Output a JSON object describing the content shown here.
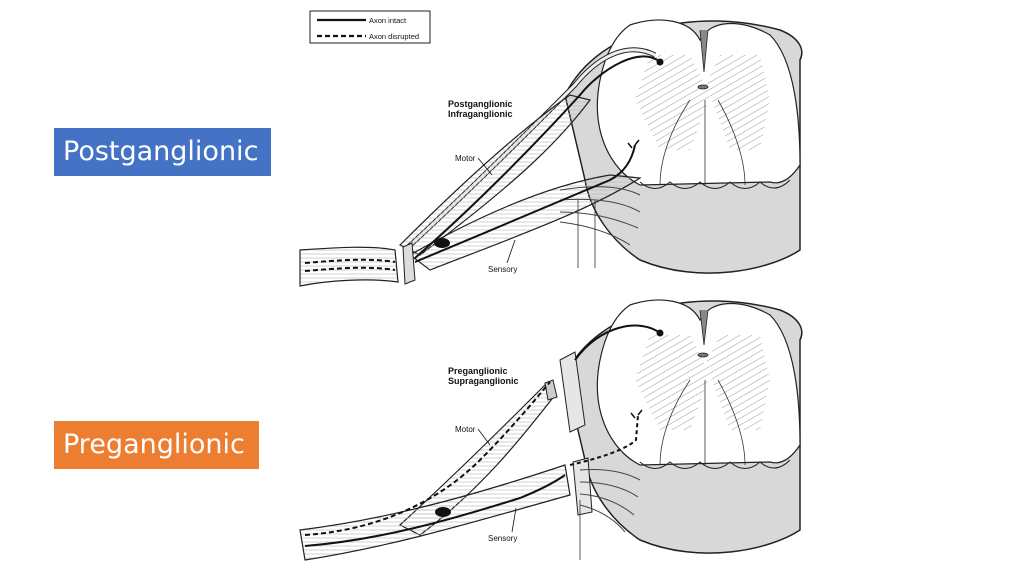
{
  "slide": {
    "labels": {
      "postganglionic": "Postganglionic",
      "preganglionic": "Preganglionic"
    },
    "colors": {
      "postganglionic_box": "#4472c4",
      "preganglionic_box": "#ed7d31",
      "label_text": "#ffffff"
    }
  },
  "legend": {
    "intact": "Axon intact",
    "disrupted": "Axon disrupted"
  },
  "diagrams": [
    {
      "title_line1": "Postganglionic",
      "title_line2": "Infraganglionic",
      "motor_label": "Motor",
      "sensory_label": "Sensory"
    },
    {
      "title_line1": "Preganglionic",
      "title_line2": "Supraganglionic",
      "motor_label": "Motor",
      "sensory_label": "Sensory"
    }
  ]
}
